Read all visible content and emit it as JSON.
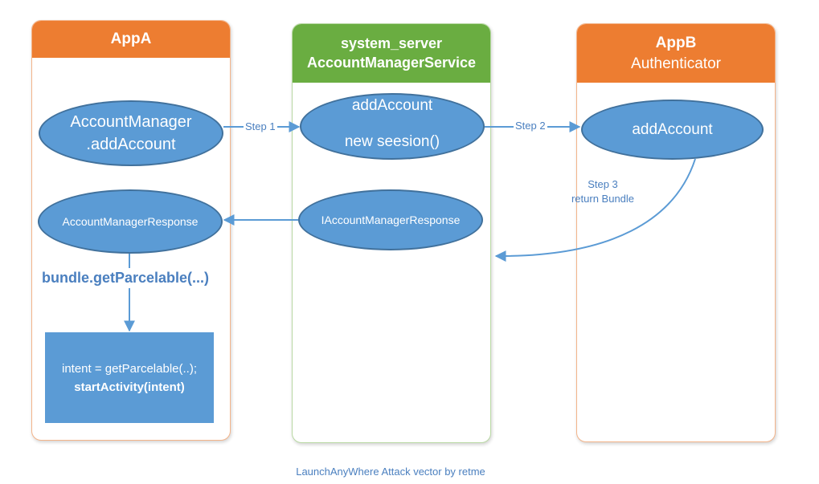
{
  "lanes": {
    "app_a": {
      "title": "AppA"
    },
    "system_server": {
      "title_line1": "system_server",
      "title_line2": "AccountManagerService"
    },
    "app_b": {
      "title_line1": "AppB",
      "title_line2": "Authenticator"
    }
  },
  "nodes": {
    "account_manager_add": {
      "line1": "AccountManager",
      "line2": ".addAccount"
    },
    "sys_add_account": {
      "line1": "addAccount",
      "line2": "new seesion()"
    },
    "b_add_account": {
      "text": "addAccount"
    },
    "account_manager_response": {
      "text": "AccountManagerResponse"
    },
    "iaccount_manager_response": {
      "text": "IAccountManagerResponse"
    },
    "intent_box": {
      "line1": "intent = getParcelable(..);",
      "line2": "startActivity(intent)"
    }
  },
  "edges": {
    "step1": "Step 1",
    "step2": "Step 2",
    "step3_line1": "Step 3",
    "step3_line2": "return Bundle",
    "get_parcelable": "bundle.getParcelable(...)"
  },
  "caption": "LaunchAnyWhere Attack vector by retme",
  "colors": {
    "orange_header": "#ed7d31",
    "green_header": "#6aad41",
    "node_fill": "#5b9bd5",
    "node_border": "#41719c",
    "arrow": "#5b9bd5"
  }
}
